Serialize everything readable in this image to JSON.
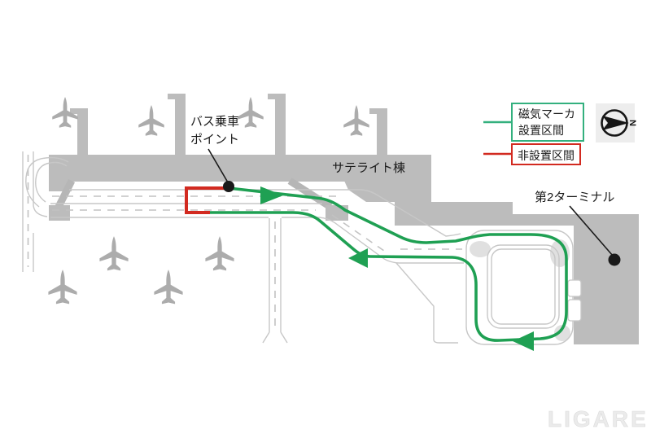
{
  "colors": {
    "building": "#bcbcbc",
    "plane": "#acacac",
    "pier": "#b6b6b6",
    "road": "#c7c7c7",
    "road_dash": "#c2c2c2",
    "green": "#1fa053",
    "legend_green": "#33b07e",
    "red": "#d22a20",
    "ink": "#1a1a1a",
    "compass_bg": "#ededed",
    "watermark": "#ebebeb"
  },
  "labels": {
    "bus_point_line1": "バス乗車",
    "bus_point_line2": "ポイント",
    "satellite": "サテライト棟",
    "terminal2": "第2ターミナル"
  },
  "legend": {
    "installed_line1": "磁気マーカ",
    "installed_line2": "設置区間",
    "not_installed": "非設置区間"
  },
  "compass": {
    "north": "N"
  },
  "watermark": "LIGARE"
}
